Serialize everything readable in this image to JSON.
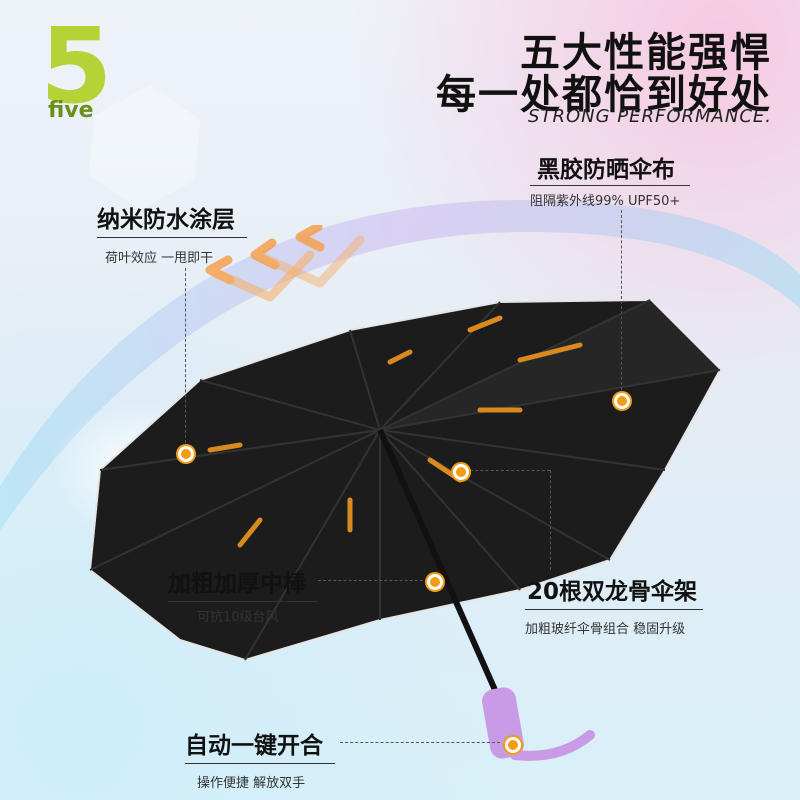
{
  "brand": {
    "number": "5",
    "word": "five"
  },
  "headline": {
    "line1": "五大性能强悍",
    "line2": "每一处都恰到好处",
    "subtitle": "STRONG PERFORMANCE."
  },
  "features": [
    {
      "title": "纳米防水涂层",
      "desc": "荷叶效应 一甩即干"
    },
    {
      "title": "黑胶防晒伞布",
      "desc": "阻隔紫外线99% UPF50+"
    },
    {
      "title": "加粗加厚中棒",
      "desc": "可抗10级台风"
    },
    {
      "title": "20根双龙骨伞架",
      "desc": "加粗玻纤伞骨组合 稳固升级"
    },
    {
      "title": "自动一键开合",
      "desc": "操作便捷 解放双手"
    }
  ],
  "colors": {
    "accent": "#f39b14",
    "brand_green": "#b5d236",
    "handle": "#c99be6",
    "canopy": "#1c1c1c"
  }
}
